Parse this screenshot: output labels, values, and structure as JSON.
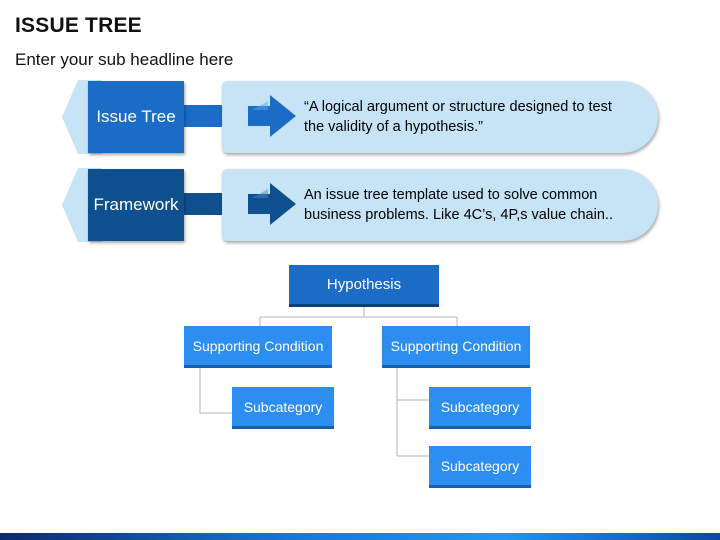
{
  "header": {
    "title": "ISSUE TREE",
    "subtitle": "Enter your sub headline here"
  },
  "rows": [
    {
      "label": "Issue Tree",
      "description_line1": "“A logical argument or structure designed to test",
      "description_line2": "the validity  of a hypothesis.”"
    },
    {
      "label": "Framework",
      "description_line1": "An issue tree template used to solve common",
      "description_line2": "business problems. Like 4C’s, 4P,s value chain.."
    }
  ],
  "tree": {
    "root": "Hypothesis",
    "conditions": [
      "Supporting Condition",
      "Supporting Condition"
    ],
    "subcategories": [
      "Subcategory",
      "Subcategory",
      "Subcategory"
    ]
  },
  "colors": {
    "dark_blue": "#1a6cc7",
    "navy": "#0e4f8e",
    "light_blue": "#c7e4f7",
    "node_blue": "#2b8ef0"
  }
}
